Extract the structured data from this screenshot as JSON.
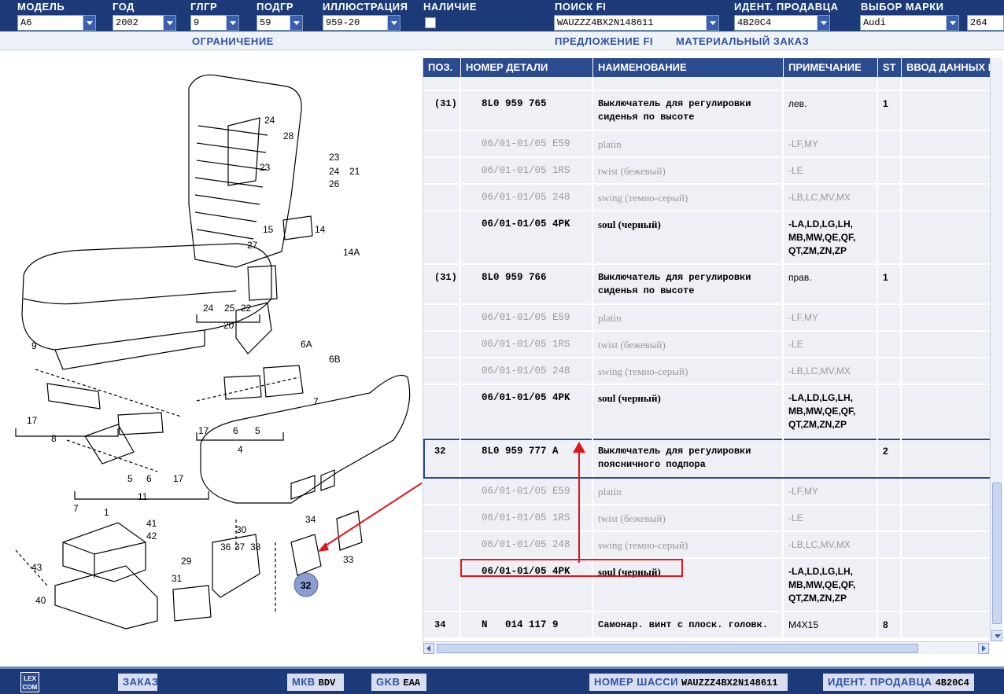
{
  "header": {
    "fields": [
      {
        "label": "МОДЕЛЬ",
        "value": "A6"
      },
      {
        "label": "ГОД",
        "value": "2002"
      },
      {
        "label": "ГЛГР",
        "value": "9"
      },
      {
        "label": "ПОДГР",
        "value": "59"
      },
      {
        "label": "ИЛЛЮСТРАЦИЯ",
        "value": "959-20"
      },
      {
        "label": "НАЛИЧИЕ",
        "value": ""
      },
      {
        "label": "ПОИСК FI",
        "value": "WAUZZZ4BX2N148611"
      },
      {
        "label": "ИДЕНТ. ПРОДАВЦА",
        "value": "4B20C4"
      },
      {
        "label": "ВЫБОР МАРКИ",
        "value": "Audi"
      },
      {
        "label": "",
        "value": "264"
      }
    ]
  },
  "subnav": {
    "restriction": "ОГРАНИЧЕНИЕ",
    "fi_offer": "ПРЕДЛОЖЕНИЕ FI",
    "material_order": "МАТЕРИАЛЬНЫЙ ЗАКАЗ"
  },
  "table": {
    "headers": {
      "pos": "ПОЗ.",
      "number": "НОМЕР ДЕТАЛИ",
      "name": "НАИМЕНОВАНИЕ",
      "note": "ПРИМЕЧАНИЕ",
      "st": "ST",
      "input": "ВВОД ДАННЫХ К"
    },
    "rows": [
      {
        "pos": "",
        "number": "",
        "name": "",
        "note": "",
        "st": "",
        "style": "blank"
      },
      {
        "pos": "(31)",
        "number": "8L0 959 765",
        "name": "Выключатель для регулировки сиденья по высоте",
        "note": "лев.",
        "st": "1",
        "style": "main"
      },
      {
        "pos": "",
        "number": "06/01-01/05 E59",
        "name": "platin",
        "note": "-LF,MY",
        "st": "",
        "style": "grey"
      },
      {
        "pos": "",
        "number": "06/01-01/05 1RS",
        "name": "twist (бежевый)",
        "note": "-LE",
        "st": "",
        "style": "grey"
      },
      {
        "pos": "",
        "number": "06/01-01/05 248",
        "name": "swing (темно-серый)",
        "note": "-LB,LC,MV,MX",
        "st": "",
        "style": "grey"
      },
      {
        "pos": "",
        "number": "06/01-01/05 4PK",
        "name": "soul (черный)",
        "note": "-LA,LD,LG,LH, MB,MW,QE,QF, QT,ZM,ZN,ZP",
        "st": "",
        "style": "boldsub"
      },
      {
        "pos": "(31)",
        "number": "8L0 959 766",
        "name": "Выключатель для регулировки сиденья по высоте",
        "note": "прав.",
        "st": "1",
        "style": "main"
      },
      {
        "pos": "",
        "number": "06/01-01/05 E59",
        "name": "platin",
        "note": "-LF,MY",
        "st": "",
        "style": "grey"
      },
      {
        "pos": "",
        "number": "06/01-01/05 1RS",
        "name": "twist (бежевый)",
        "note": "-LE",
        "st": "",
        "style": "grey"
      },
      {
        "pos": "",
        "number": "06/01-01/05 248",
        "name": "swing (темно-серый)",
        "note": "-LB,LC,MV,MX",
        "st": "",
        "style": "grey"
      },
      {
        "pos": "",
        "number": "06/01-01/05 4PK",
        "name": "soul (черный)",
        "note": "-LA,LD,LG,LH, MB,MW,QE,QF, QT,ZM,ZN,ZP",
        "st": "",
        "style": "boldsub"
      },
      {
        "pos": "32",
        "number": "8L0 959 777 A",
        "name": "Выключатель для регулировки поясничного подпора",
        "note": "",
        "st": "2",
        "style": "selected"
      },
      {
        "pos": "",
        "number": "06/01-01/05 E59",
        "name": "platin",
        "note": "-LF,MY",
        "st": "",
        "style": "grey"
      },
      {
        "pos": "",
        "number": "06/01-01/05 1RS",
        "name": "twist (бежевый)",
        "note": "-LE",
        "st": "",
        "style": "grey"
      },
      {
        "pos": "",
        "number": "06/01-01/05 248",
        "name": "swing (темно-серый)",
        "note": "-LB,LC,MV,MX",
        "st": "",
        "style": "grey"
      },
      {
        "pos": "",
        "number": "06/01-01/05 4PK",
        "name": "soul (черный)",
        "note": "-LA,LD,LG,LH, MB,MW,QE,QF, QT,ZM,ZN,ZP",
        "st": "",
        "style": "boldsub"
      },
      {
        "pos": "34",
        "number": "N   014 117 9",
        "name": "Самонар. винт с плоск. головк.",
        "note": "M4X15",
        "st": "8",
        "style": "main"
      }
    ]
  },
  "diagram": {
    "labels": [
      "1",
      "5",
      "6",
      "7",
      "8",
      "9",
      "11",
      "14",
      "14A",
      "15",
      "17",
      "20",
      "21",
      "22",
      "23",
      "24",
      "25",
      "26",
      "27",
      "28",
      "29",
      "30",
      "31",
      "32",
      "33",
      "34",
      "36",
      "37",
      "38",
      "40",
      "41",
      "42",
      "43",
      "4",
      "6A",
      "6B"
    ]
  },
  "footer": {
    "logo_text": "LEX COM",
    "order": "ЗАКАЗ",
    "mkb_label": "МКВ",
    "mkb_value": "BDV",
    "gkb_label": "GKB",
    "gkb_value": "EAA",
    "chassis_label": "НОМЕР ШАССИ",
    "chassis_value": "WAUZZZ4BX2N148611",
    "dealer_label": "ИДЕНТ. ПРОДАВЦА",
    "dealer_value": "4B20C4"
  },
  "colors": {
    "topbar": "#1c3a78",
    "header_cell": "#2a4b8e",
    "row_bg": "#eef0f5",
    "highlight": "#e0161c",
    "badge": "#8a9cd0"
  }
}
